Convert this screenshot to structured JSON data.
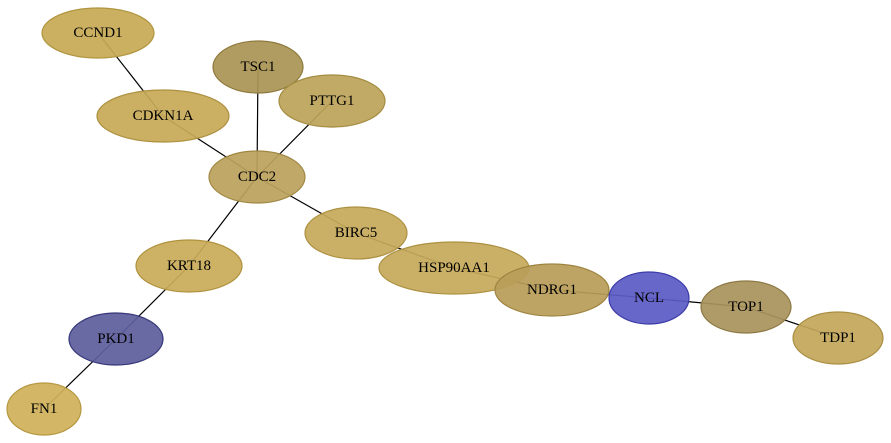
{
  "nodes": [
    {
      "id": "CCND1",
      "label": "CCND1",
      "fill": "#c8aa55",
      "stroke": "#b0953f"
    },
    {
      "id": "TSC1",
      "label": "TSC1",
      "fill": "#aa9455",
      "stroke": "#8f7a3e"
    },
    {
      "id": "PTTG1",
      "label": "PTTG1",
      "fill": "#bca45a",
      "stroke": "#a48b40"
    },
    {
      "id": "CDKN1A",
      "label": "CDKN1A",
      "fill": "#c7a957",
      "stroke": "#ad9140"
    },
    {
      "id": "CDC2",
      "label": "CDC2",
      "fill": "#bba15c",
      "stroke": "#a08843"
    },
    {
      "id": "BIRC5",
      "label": "BIRC5",
      "fill": "#c6aa5a",
      "stroke": "#ad9142"
    },
    {
      "id": "KRT18",
      "label": "KRT18",
      "fill": "#c9ab58",
      "stroke": "#b0923f"
    },
    {
      "id": "HSP90AA1",
      "label": "HSP90AA1",
      "fill": "#c6aa5a",
      "stroke": "#ad9142"
    },
    {
      "id": "NDRG1",
      "label": "NDRG1",
      "fill": "#b89d58",
      "stroke": "#9e8440"
    },
    {
      "id": "NCL",
      "label": "NCL",
      "fill": "#5b5bc5",
      "stroke": "#3c3ca8"
    },
    {
      "id": "TOP1",
      "label": "TOP1",
      "fill": "#a9935d",
      "stroke": "#8d7944"
    },
    {
      "id": "TDP1",
      "label": "TDP1",
      "fill": "#c3a75a",
      "stroke": "#a98e42"
    },
    {
      "id": "PKD1",
      "label": "PKD1",
      "fill": "#5e5e9c",
      "stroke": "#36367a"
    },
    {
      "id": "FN1",
      "label": "FN1",
      "fill": "#d0b25a",
      "stroke": "#b59840"
    }
  ],
  "edges": [
    [
      "CCND1",
      "CDKN1A"
    ],
    [
      "CDKN1A",
      "CDC2"
    ],
    [
      "TSC1",
      "CDC2"
    ],
    [
      "PTTG1",
      "CDC2"
    ],
    [
      "CDC2",
      "BIRC5"
    ],
    [
      "CDC2",
      "KRT18"
    ],
    [
      "BIRC5",
      "HSP90AA1"
    ],
    [
      "HSP90AA1",
      "NDRG1"
    ],
    [
      "NDRG1",
      "NCL"
    ],
    [
      "NCL",
      "TOP1"
    ],
    [
      "TOP1",
      "TDP1"
    ],
    [
      "KRT18",
      "PKD1"
    ],
    [
      "PKD1",
      "FN1"
    ]
  ]
}
